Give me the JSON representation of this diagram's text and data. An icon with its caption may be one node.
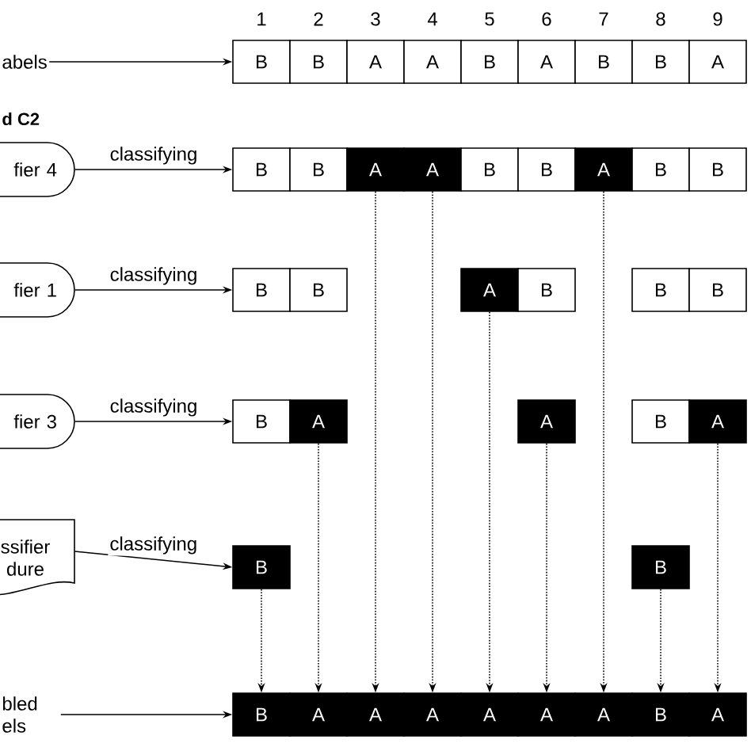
{
  "diagram": {
    "nodes": [
      {
        "text": [
          "abels"
        ]
      },
      {
        "text": [
          "B"
        ]
      },
      {
        "text": [
          "B"
        ]
      },
      {
        "text": [
          "A"
        ]
      },
      {
        "text": [
          "A"
        ]
      },
      {
        "text": [
          "B"
        ]
      },
      {
        "text": [
          "A"
        ]
      },
      {
        "text": [
          "B"
        ]
      },
      {
        "text": [
          "B"
        ]
      },
      {
        "text": [
          "A"
        ]
      },
      {
        "text": [
          "fier 4"
        ]
      },
      {
        "text": [
          "B"
        ]
      },
      {
        "text": [
          "B"
        ]
      },
      {
        "text": [
          "A"
        ]
      },
      {
        "text": [
          "A"
        ]
      },
      {
        "text": [
          "B"
        ]
      },
      {
        "text": [
          "B"
        ]
      },
      {
        "text": [
          "A"
        ]
      },
      {
        "text": [
          "B"
        ]
      },
      {
        "text": [
          "B"
        ]
      },
      {
        "text": [
          "fier 1"
        ]
      },
      {
        "text": [
          "B"
        ]
      },
      {
        "text": [
          "B"
        ]
      },
      {
        "text": [
          "A"
        ]
      },
      {
        "text": [
          "B"
        ]
      },
      {
        "text": [
          "B"
        ]
      },
      {
        "text": [
          "B"
        ]
      },
      {
        "text": [
          "fier 3"
        ]
      },
      {
        "text": [
          "B"
        ]
      },
      {
        "text": [
          "A"
        ]
      },
      {
        "text": [
          "A"
        ]
      },
      {
        "text": [
          "B"
        ]
      },
      {
        "text": [
          "A"
        ]
      },
      {
        "text": [
          "ssifier dure"
        ]
      },
      {
        "text": [
          "B"
        ]
      },
      {
        "text": [
          "B"
        ]
      },
      {
        "text": [
          "bled els"
        ]
      },
      {
        "text": [
          "B"
        ]
      },
      {
        "text": [
          "A"
        ]
      },
      {
        "text": [
          "A"
        ]
      },
      {
        "text": [
          "A"
        ]
      },
      {
        "text": [
          "A"
        ]
      },
      {
        "text": [
          "A"
        ]
      },
      {
        "text": [
          "A"
        ]
      },
      {
        "text": [
          "B"
        ]
      },
      {
        "text": [
          "A"
        ]
      }
    ],
    "edges": [
      {
        "from": 0,
        "to": 1,
        "arrow": "to"
      },
      {
        "from": 10,
        "to": 11,
        "label": "classifying",
        "arrow": "to"
      },
      {
        "from": 20,
        "to": 21,
        "label": "classifying",
        "arrow": "to"
      },
      {
        "from": 27,
        "to": 28,
        "label": "classifying",
        "arrow": "to"
      },
      {
        "from": 33,
        "to": 34,
        "label": "classifying",
        "arrow": "to"
      },
      {
        "from": 36,
        "to": 37,
        "arrow": "to"
      },
      {
        "from": 34,
        "to": 37,
        "arrow": "to",
        "style": "dashed"
      },
      {
        "from": 29,
        "to": 38,
        "arrow": "to",
        "style": "dashed"
      },
      {
        "from": 13,
        "to": 39,
        "arrow": "to",
        "style": "dashed"
      },
      {
        "from": 14,
        "to": 40,
        "arrow": "to",
        "style": "dashed"
      },
      {
        "from": 23,
        "to": 41,
        "arrow": "to",
        "style": "dashed"
      },
      {
        "from": 30,
        "to": 42,
        "arrow": "to",
        "style": "dashed"
      },
      {
        "from": 17,
        "to": 43,
        "arrow": "to",
        "style": "dashed"
      },
      {
        "from": 35,
        "to": 44,
        "arrow": "to",
        "style": "dashed"
      },
      {
        "from": 32,
        "to": 45,
        "arrow": "to",
        "style": "dashed"
      }
    ],
    "labels": [
      "1",
      "2",
      "3",
      "4",
      "5",
      "6",
      "7",
      "8",
      "9",
      "d C2"
    ]
  }
}
